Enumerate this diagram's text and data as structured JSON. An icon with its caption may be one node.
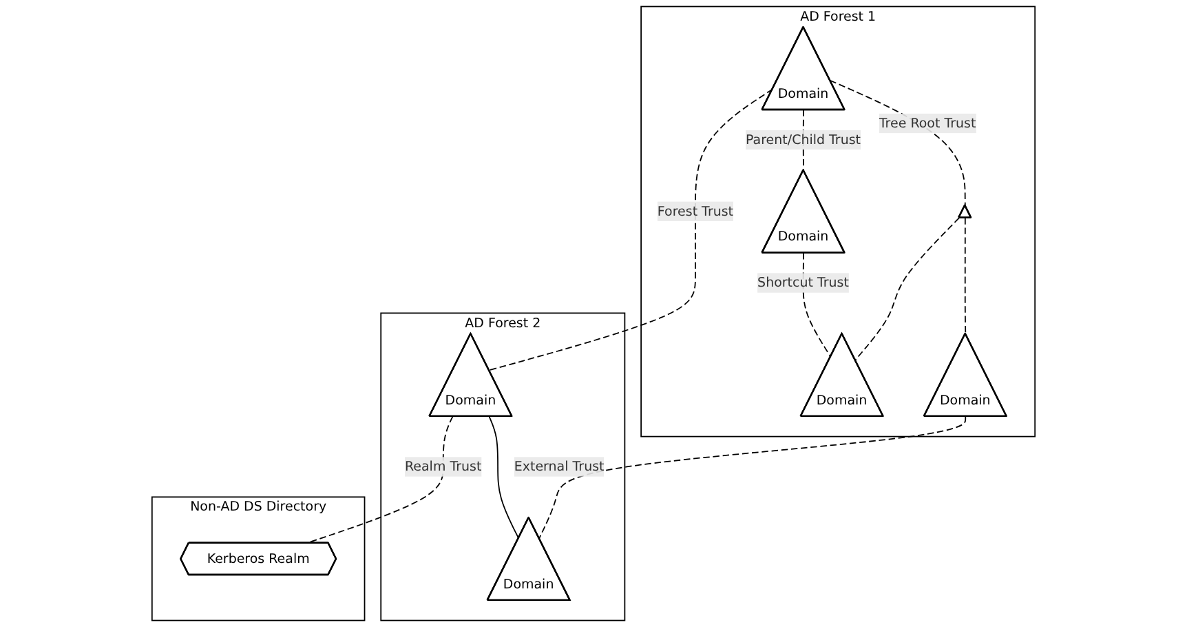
{
  "diagram": {
    "nodes": [
      {
        "text": [
          "AD Forest 1"
        ]
      },
      {
        "text": [
          "Domain"
        ],
        "in": 0
      },
      {
        "text": [],
        "shape": "triangle",
        "in": 0
      },
      {
        "text": [
          "Domain"
        ],
        "in": 0
      },
      {
        "text": [
          "Domain"
        ],
        "in": 0
      },
      {
        "text": [
          "Domain"
        ],
        "in": 0
      },
      {
        "text": [
          "AD Forest 2"
        ]
      },
      {
        "text": [
          "Domain"
        ],
        "in": 6
      },
      {
        "text": [
          "Domain"
        ],
        "in": 6
      },
      {
        "text": [
          "Non-AD DS Directory"
        ]
      },
      {
        "text": [
          "Kerberos Realm"
        ],
        "in": 9
      }
    ],
    "edges": [
      {
        "from": 1,
        "to": 7,
        "arrow": "none",
        "label": "Forest Trust",
        "style": "dashed"
      },
      {
        "from": 1,
        "to": 2,
        "arrow": "none",
        "label": "Tree Root Trust",
        "style": "dashed"
      },
      {
        "from": 1,
        "to": 3,
        "arrow": "none",
        "label": "Parent/Child Trust",
        "style": "dashed"
      },
      {
        "from": 2,
        "to": 4,
        "arrow": "none",
        "style": "dashed"
      },
      {
        "from": 2,
        "to": 5,
        "arrow": "none",
        "style": "dashed"
      },
      {
        "from": 3,
        "to": 4,
        "arrow": "none",
        "label": "Shortcut Trust",
        "style": "dashed"
      },
      {
        "from": 5,
        "to": 8,
        "arrow": "none",
        "label": "External Trust",
        "style": "dashed"
      },
      {
        "from": 7,
        "to": 8,
        "arrow": "none"
      },
      {
        "from": 7,
        "to": 10,
        "arrow": "none",
        "label": "Realm Trust",
        "style": "dashed"
      }
    ]
  }
}
